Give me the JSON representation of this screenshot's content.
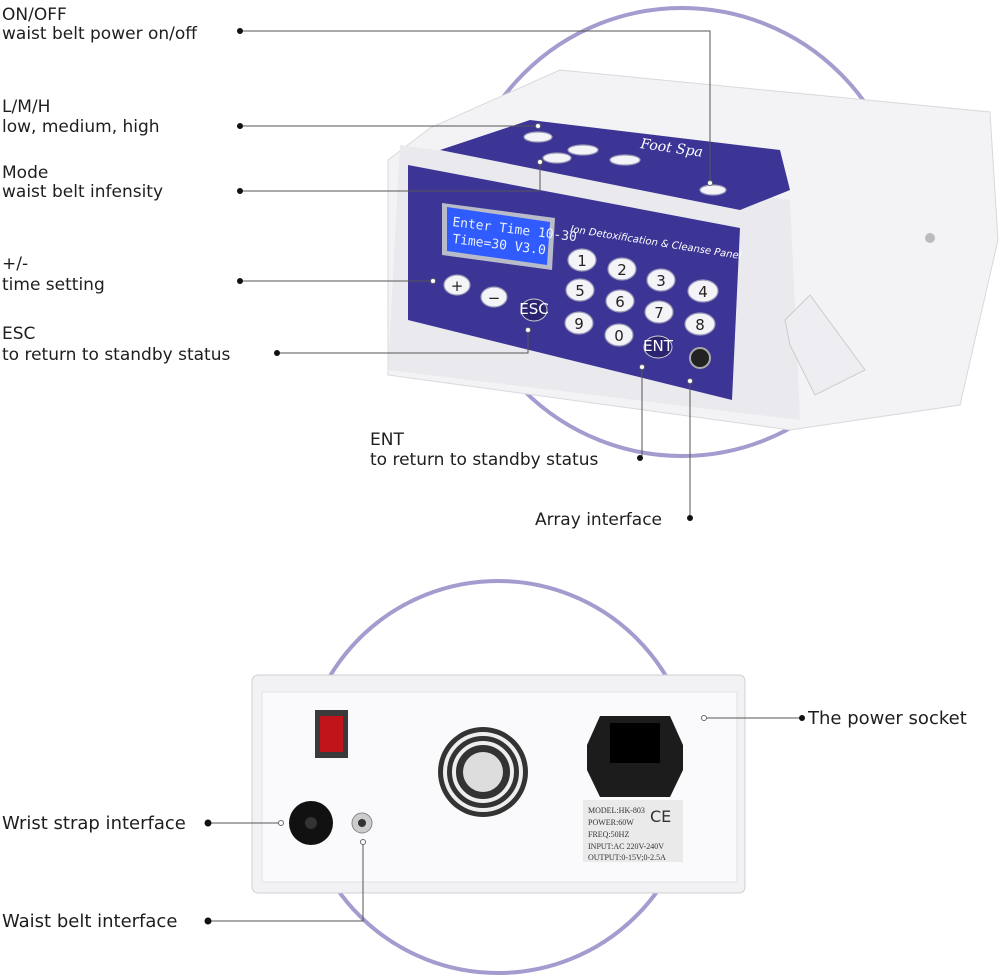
{
  "callouts": {
    "on_off": {
      "title": "ON/OFF",
      "desc": "waist belt power on/off"
    },
    "lmh": {
      "title": "L/M/H",
      "desc": "low, medium, high"
    },
    "mode": {
      "title": "Mode",
      "desc": "waist belt infensity"
    },
    "plus_minus": {
      "title": "+/-",
      "desc": "time setting"
    },
    "esc": {
      "title": "ESC",
      "desc": "to return to standby status"
    },
    "ent": {
      "title": "ENT",
      "desc": "to return to standby status"
    },
    "array": {
      "title": "Array interface"
    },
    "power_socket": {
      "title": "The power socket"
    },
    "wrist": {
      "title": "Wrist strap interface"
    },
    "waist": {
      "title": "Waist belt interface"
    }
  },
  "device": {
    "logo": "Foot Spa",
    "panel_title": "Ion Detoxification & Cleanse Panel",
    "lcd_line1": "Enter Time 10-30",
    "lcd_line2": " Time=30   V3.0",
    "keys": [
      "1",
      "2",
      "3",
      "4",
      "5",
      "6",
      "7",
      "8",
      "9",
      "0"
    ],
    "plus": "+",
    "minus": "−",
    "esc": "ESC",
    "ent": "ENT"
  },
  "back_label": {
    "model": "MODEL:HK-803",
    "power": "POWER:60W",
    "freq": "FREQ:50HZ",
    "input": "INPUT:AC 220V-240V",
    "output": "OUTPUT:0-15V;0-2.5A",
    "ce": "CE"
  },
  "colors": {
    "panel": "#3d3596",
    "circle": "#a49bcf",
    "switch": "#c0141a"
  }
}
